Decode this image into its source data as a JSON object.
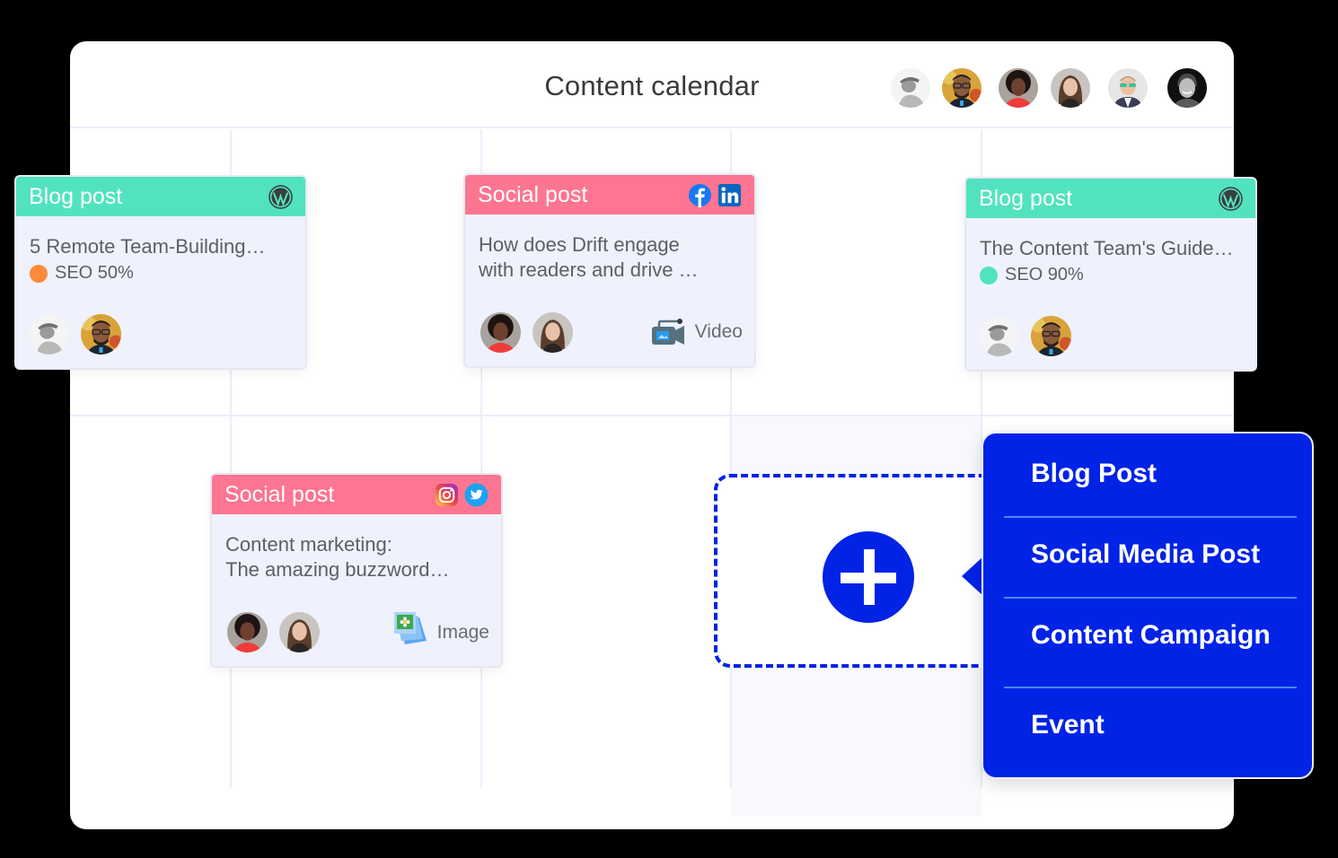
{
  "board": {
    "title": "Content calendar",
    "header_avatars": [
      {
        "name": "user-1",
        "style": "grayscale-cap"
      },
      {
        "name": "user-2",
        "style": "glasses-beard"
      },
      {
        "name": "user-3",
        "style": "curly-hair-red-top"
      },
      {
        "name": "user-4",
        "style": "long-hair-woman"
      },
      {
        "name": "user-5",
        "style": "sunglasses"
      },
      {
        "name": "user-6",
        "style": "grayscale-smile"
      }
    ]
  },
  "cards": [
    {
      "type": "Blog post",
      "title": "5 Remote Team-Building…",
      "seo": "SEO 50%",
      "seo_color": "#fd8a3b",
      "platforms": [
        "wordpress-icon"
      ],
      "assignees": [
        "user-1",
        "user-2"
      ]
    },
    {
      "type": "Social post",
      "title": "How does Drift engage\nwith readers and drive …",
      "platforms": [
        "facebook-icon",
        "linkedin-icon"
      ],
      "media_label": "Video",
      "media_icon": "video-camera-icon",
      "assignees": [
        "user-3",
        "user-4"
      ]
    },
    {
      "type": "Blog post",
      "title": "The Content Team's Guide…",
      "seo": "SEO 90%",
      "seo_color": "#51e3c0",
      "platforms": [
        "wordpress-icon"
      ],
      "assignees": [
        "user-1",
        "user-2"
      ]
    },
    {
      "type": "Social post",
      "title": "Content marketing:\nThe amazing buzzword…",
      "platforms": [
        "instagram-icon",
        "twitter-icon"
      ],
      "media_label": "Image",
      "media_icon": "image-stack-icon",
      "assignees": [
        "user-3",
        "user-4"
      ]
    }
  ],
  "add_menu": {
    "items": [
      {
        "label": "Blog Post"
      },
      {
        "label": "Social Media Post"
      },
      {
        "label": "Content Campaign"
      },
      {
        "label": "Event"
      }
    ]
  },
  "colors": {
    "blog": "#51e3c0",
    "social": "#fc7591",
    "accent": "#0023e6",
    "card_bg": "#eff1fc",
    "grid": "#ebedfb"
  }
}
